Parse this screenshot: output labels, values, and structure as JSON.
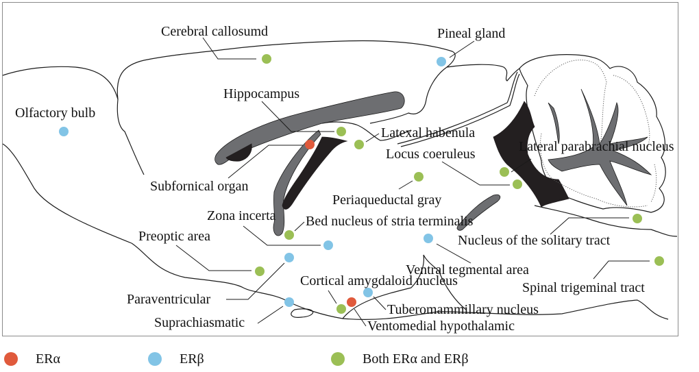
{
  "figure": {
    "type": "Sagittal rat brain schematic of estrogen receptor distribution",
    "colors": {
      "era": "#e05a3c",
      "erb": "#82c4e6",
      "both": "#9bbf55",
      "grey_tissue": "#6d6e71",
      "black_tissue": "#231f20",
      "outline": "#1a1a1a"
    }
  },
  "legend": [
    {
      "key": "era",
      "label": "ERα"
    },
    {
      "key": "erb",
      "label": "ERβ"
    },
    {
      "key": "both",
      "label": "Both ERα and ERβ"
    }
  ],
  "regions": [
    {
      "id": "cerebral-callosum",
      "label": "Cerebral callosumd",
      "receptor": "both"
    },
    {
      "id": "pineal-gland",
      "label": "Pineal gland",
      "receptor": "erb"
    },
    {
      "id": "olfactory-bulb",
      "label": "Olfactory bulb",
      "receptor": "erb"
    },
    {
      "id": "hippocampus",
      "label": "Hippocampus",
      "receptor": "both"
    },
    {
      "id": "lateral-habenula",
      "label": "Latexal habenula",
      "receptor": "both"
    },
    {
      "id": "subfornical-organ",
      "label": "Subfornical organ",
      "receptor": "era"
    },
    {
      "id": "locus-coeruleus",
      "label": "Locus coeruleus",
      "receptor": "both"
    },
    {
      "id": "lateral-parabrachial-nucleus",
      "label": "Lateral parabrachial nucleus",
      "receptor": "both"
    },
    {
      "id": "periaqueductal-gray",
      "label": "Periaqueductal gray",
      "receptor": "both"
    },
    {
      "id": "zona-incerta",
      "label": "Zona incerta",
      "receptor": "erb"
    },
    {
      "id": "bed-nucleus-stria-terminalis",
      "label": "Bed nucleus of stria terminalis",
      "receptor": "both"
    },
    {
      "id": "preoptic-area",
      "label": "Preoptic area",
      "receptor": "both"
    },
    {
      "id": "nucleus-solitary-tract",
      "label": "Nucleus of the solitary tract",
      "receptor": "both"
    },
    {
      "id": "ventral-tegmental-area",
      "label": "Ventral tegmental area",
      "receptor": "erb"
    },
    {
      "id": "paraventricular",
      "label": "Paraventricular",
      "receptor": "erb"
    },
    {
      "id": "cortical-amygdaloid-nucleus",
      "label": "Cortical amygdaloid nucleus",
      "receptor": "both"
    },
    {
      "id": "spinal-trigeminal-tract",
      "label": "Spinal trigeminal tract",
      "receptor": "both"
    },
    {
      "id": "tuberomammillary-nucleus",
      "label": "Tuberomammillary nucleus",
      "receptor": "erb"
    },
    {
      "id": "suprachiasmatic",
      "label": "Suprachiasmatic",
      "receptor": "erb"
    },
    {
      "id": "ventromedial-hypothalamic",
      "label": "Ventomedial hypothalamic",
      "receptor": "era"
    }
  ]
}
